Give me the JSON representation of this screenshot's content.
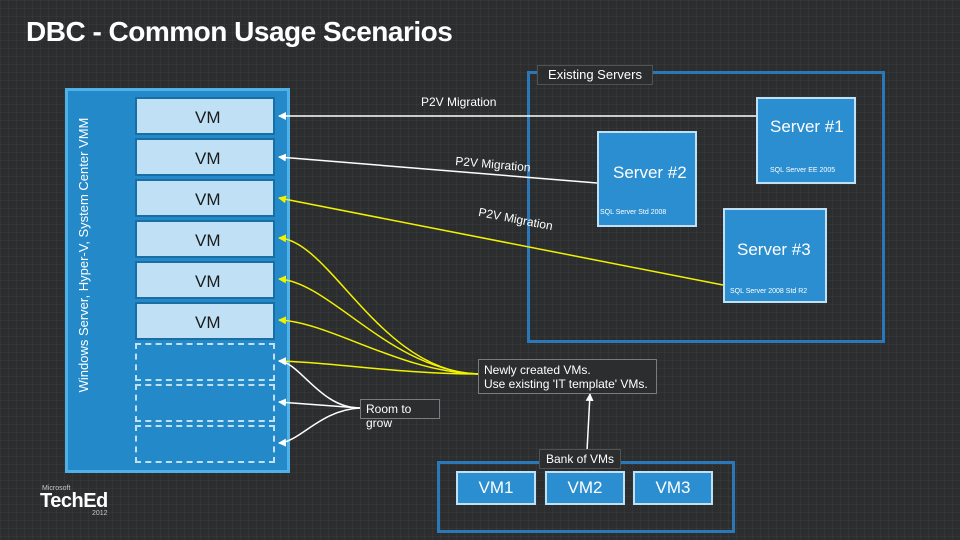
{
  "title": "DBC - Common Usage Scenarios",
  "host_label": "Windows Server, Hyper-V, System Center VMM",
  "vms": [
    "VM",
    "VM",
    "VM",
    "VM",
    "VM",
    "VM"
  ],
  "existing_servers": {
    "label": "Existing Servers",
    "servers": [
      {
        "name": "Server #1",
        "sub": "SQL Server EE 2005"
      },
      {
        "name": "Server #2",
        "sub": "SQL Server Std 2008"
      },
      {
        "name": "Server #3",
        "sub": "SQL Server 2008 Std R2"
      }
    ]
  },
  "migrations": [
    "P2V Migration",
    "P2V Migration",
    "P2V Migration"
  ],
  "callouts": {
    "new_vms_line1": "Newly created VMs.",
    "new_vms_line2": "Use existing 'IT template' VMs.",
    "room_to_grow": "Room to grow"
  },
  "bank": {
    "label": "Bank of VMs",
    "vms": [
      "VM1",
      "VM2",
      "VM3"
    ]
  },
  "logo": {
    "brand": "Microsoft",
    "name": "TechEd",
    "year": "2012"
  },
  "colors": {
    "host_fill": "#2389c9",
    "vm_fill": "#bfe0f5",
    "server_fill": "#2a8ed0",
    "connector": "#f2f200",
    "container_border": "#2b78b8"
  }
}
